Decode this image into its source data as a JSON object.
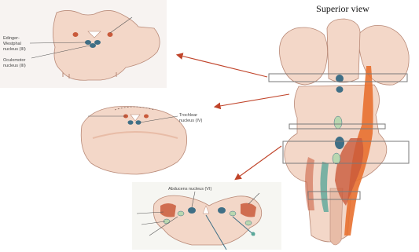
{
  "figure": {
    "caption": "Superior view"
  },
  "labels": {
    "edinger_westphal": [
      "Edinger-",
      "Westphal",
      "nucleus (III)"
    ],
    "oculomotor": [
      "Oculomotor",
      "nucleus (III)"
    ],
    "trochlear": [
      "Trochlear",
      "nucleus (IV)"
    ],
    "abducens": "Abducens nucleus (VI)"
  },
  "colors": {
    "tissue": "#f3d7c8",
    "tissue_dark": "#e8bca7",
    "tissue_edge": "#b98a78",
    "nucleus_blue": "#3f6f86",
    "nucleus_green": "#b9d7b0",
    "tract_orange": "#e8702f",
    "tract_red": "#c95a3b",
    "arrow": "#c0442a",
    "slice_box": "#7a7a7a"
  },
  "icons": [
    "arrow-icon"
  ]
}
